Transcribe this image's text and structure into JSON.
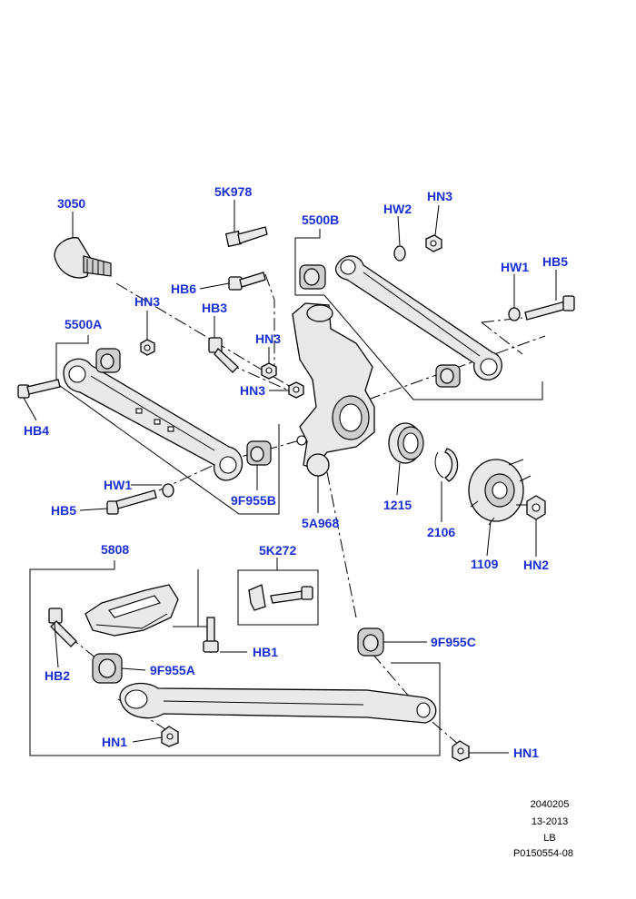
{
  "labels": {
    "l3050": "3050",
    "l5K978": "5K978",
    "l5500B": "5500B",
    "lHW2_top": "HW2",
    "lHN3_top": "HN3",
    "lHW1_right": "HW1",
    "lHB5_right": "HB5",
    "lHN3_left": "HN3",
    "lHB6": "HB6",
    "lHB3": "HB3",
    "l5500A": "5500A",
    "lHN3_mid": "HN3",
    "lHN3_mid2": "HN3",
    "lHB4": "HB4",
    "lHW1_left": "HW1",
    "lHB5_left": "HB5",
    "l9F955B": "9F955B",
    "l5A968": "5A968",
    "l1215": "1215",
    "l2106": "2106",
    "l1109": "1109",
    "lHN2": "HN2",
    "l5808": "5808",
    "l5K272": "5K272",
    "lHB1": "HB1",
    "lHB2": "HB2",
    "l9F955A": "9F955A",
    "l9F955C": "9F955C",
    "lHN1_left": "HN1",
    "lHN1_right": "HN1"
  },
  "meta": {
    "line1": "2040205",
    "line2": "13-2013",
    "line3": "LB",
    "line4": "P0150554-08"
  },
  "colors": {
    "label": "#1a2fd6",
    "line": "#000000",
    "part_fill": "#e9e9e9"
  }
}
